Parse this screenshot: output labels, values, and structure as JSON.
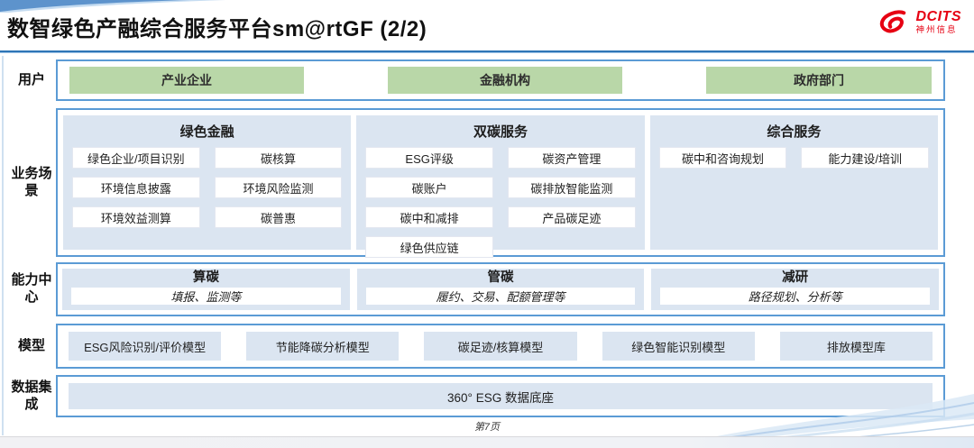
{
  "header": {
    "title": "数智绿色产融综合服务平台sm@rtGF (2/2)",
    "logo": {
      "brand": "DCITS",
      "sub": "神州信息"
    }
  },
  "rows": {
    "users": {
      "label": "用户",
      "items": [
        "产业企业",
        "金融机构",
        "政府部门"
      ]
    },
    "scenarios": {
      "label": "业务场景",
      "columns": [
        {
          "title": "绿色金融",
          "items": [
            "绿色企业/项目识别",
            "碳核算",
            "环境信息披露",
            "环境风险监测",
            "环境效益测算",
            "碳普惠"
          ]
        },
        {
          "title": "双碳服务",
          "items": [
            "ESG评级",
            "碳资产管理",
            "碳账户",
            "碳排放智能监测",
            "碳中和减排",
            "产品碳足迹",
            "绿色供应链"
          ]
        },
        {
          "title": "综合服务",
          "items": [
            "碳中和咨询规划",
            "能力建设/培训"
          ]
        }
      ]
    },
    "capabilities": {
      "label": "能力中心",
      "items": [
        {
          "title": "算碳",
          "desc": "填报、监测等"
        },
        {
          "title": "管碳",
          "desc": "履约、交易、配额管理等"
        },
        {
          "title": "减研",
          "desc": "路径规划、分析等"
        }
      ]
    },
    "models": {
      "label": "模型",
      "items": [
        "ESG风险识别/评价模型",
        "节能降碳分析模型",
        "碳足迹/核算模型",
        "绿色智能识别模型",
        "排放模型库"
      ]
    },
    "data_integration": {
      "label": "数据集成",
      "items": [
        "360° ESG 数据底座"
      ]
    }
  },
  "footer": {
    "page": "第7页"
  },
  "colors": {
    "border_blue": "#5b9bd5",
    "panel_blue": "#dbe5f1",
    "green": "#b9d7a8",
    "underline_blue": "#2e75b6",
    "logo_red": "#e60012"
  }
}
